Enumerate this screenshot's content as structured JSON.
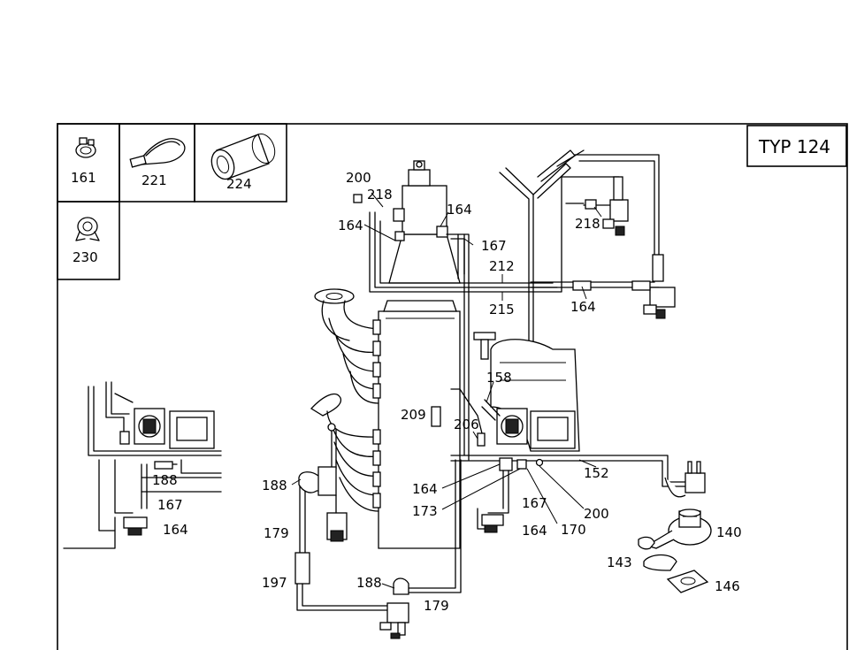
{
  "model_label": "TYP 124",
  "legend": [
    {
      "number": "161",
      "icon": "hose-clamp-icon"
    },
    {
      "number": "221",
      "icon": "cable-tie-icon"
    },
    {
      "number": "224",
      "icon": "hose-sleeve-icon"
    },
    {
      "number": "230",
      "icon": "spring-clip-icon"
    }
  ],
  "callouts": {
    "c200_top": "200",
    "c218_top": "218",
    "c164_left": "164",
    "c164_right": "164",
    "c167_top": "167",
    "c212": "212",
    "c215": "215",
    "c218_right": "218",
    "c164_top_right": "164",
    "c158": "158",
    "c209": "209",
    "c206": "206",
    "c152": "152",
    "c164_mid": "164",
    "c173": "173",
    "c167_mid": "167",
    "c164_low": "164",
    "c170": "170",
    "c200_mid": "200",
    "c140": "140",
    "c143": "143",
    "c146": "146",
    "c188_left": "188",
    "c179_left": "179",
    "c197": "197",
    "c188_bottom": "188",
    "c179_bottom": "179",
    "c188_inset": "188",
    "c167_inset": "167",
    "c164_inset": "164"
  }
}
